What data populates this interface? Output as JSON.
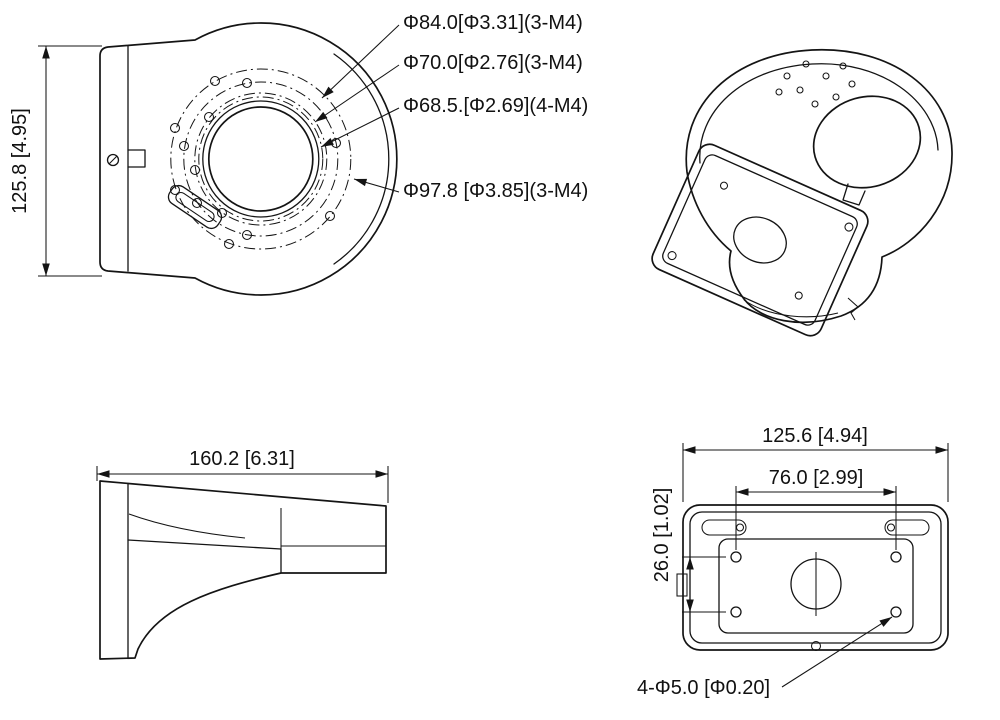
{
  "page": {
    "background": "#ffffff",
    "line_color": "#141414"
  },
  "front_view": {
    "height_dim": "125.8 [4.95]",
    "callouts": [
      {
        "label": "Φ84.0[Φ3.31](3-M4)"
      },
      {
        "label": "Φ70.0[Φ2.76](3-M4)"
      },
      {
        "label": "Φ68.5.[Φ2.69](4-M4)"
      },
      {
        "label": "Φ97.8 [Φ3.85](3-M4)"
      }
    ]
  },
  "side_view": {
    "width_dim": "160.2 [6.31]"
  },
  "bottom_view": {
    "overall_width_dim": "125.6 [4.94]",
    "hole_spacing_width_dim": "76.0 [2.99]",
    "hole_spacing_height_dim": "26.0 [1.02]",
    "hole_callout": "4-Φ5.0 [Φ0.20]"
  }
}
